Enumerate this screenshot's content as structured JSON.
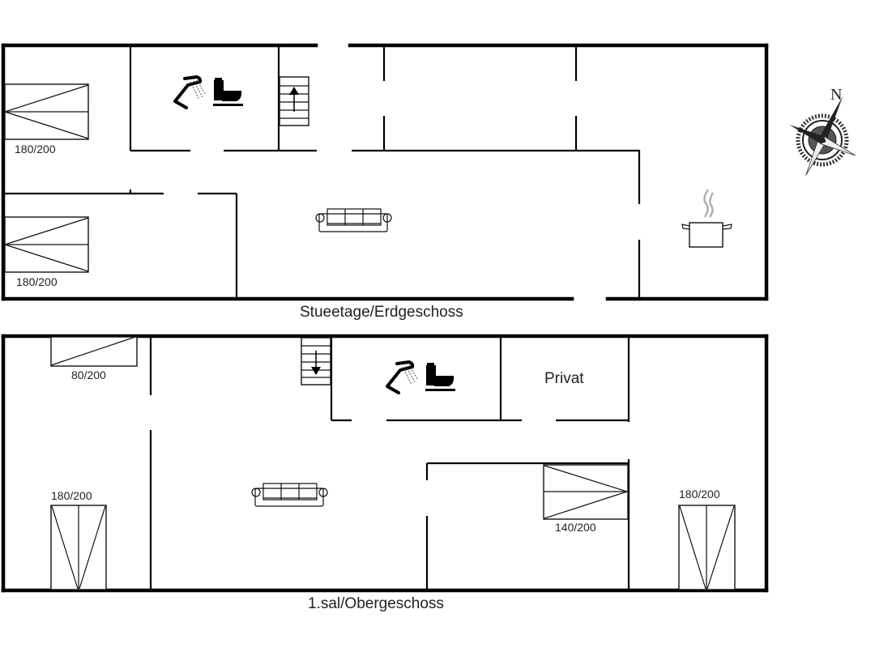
{
  "floors": [
    {
      "id": "ground",
      "label": "Stueetage/Erdgeschoss",
      "beds": [
        {
          "label": "180/200",
          "orientation": "horizontal"
        },
        {
          "label": "180/200",
          "orientation": "horizontal"
        }
      ],
      "icons": [
        "shower-icon",
        "toilet-icon",
        "stairs-up-icon",
        "sofa-icon",
        "cooking-pot-icon"
      ]
    },
    {
      "id": "upper",
      "label": "1.sal/Obergeschoss",
      "rooms": [
        {
          "label": "Privat"
        }
      ],
      "beds": [
        {
          "label": "80/200",
          "orientation": "horizontal"
        },
        {
          "label": "180/200",
          "orientation": "vertical"
        },
        {
          "label": "140/200",
          "orientation": "horizontal"
        },
        {
          "label": "180/200",
          "orientation": "vertical"
        }
      ],
      "icons": [
        "stairs-down-icon",
        "shower-icon",
        "toilet-icon",
        "sofa-icon"
      ]
    }
  ],
  "compass": {
    "north_label": "N"
  },
  "colors": {
    "wall": "#000000",
    "background": "#ffffff",
    "steam": "#b0b0b0"
  }
}
